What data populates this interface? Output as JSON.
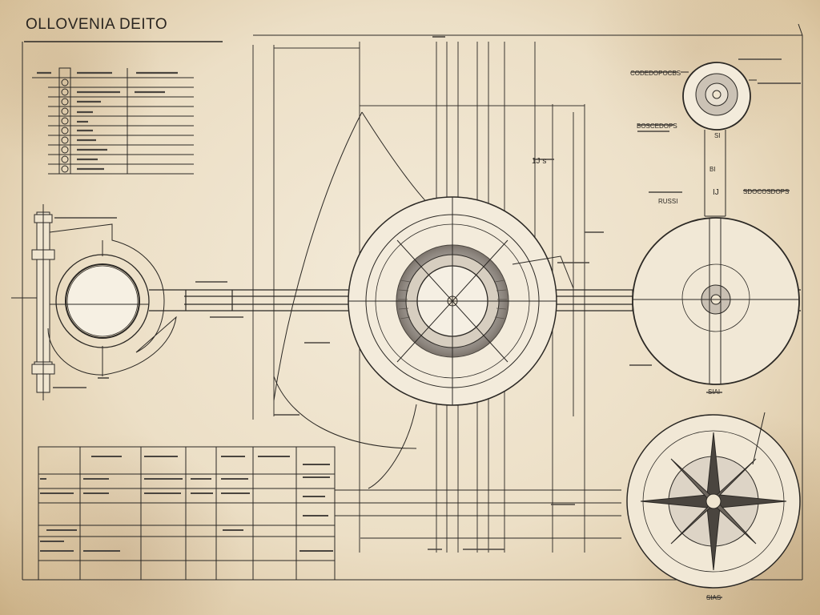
{
  "title": "OLLOVENIA DEITO",
  "colors": {
    "paper": "#efe5d0",
    "ink": "#2b2824",
    "shade": "#8a8078"
  },
  "labels": {
    "lbl_1": "1J s",
    "lbl_2": "CODEDOPOCBS",
    "lbl_3": "BOSCEDOPS",
    "lbl_4": "SI",
    "lbl_5": "BI",
    "lbl_6": "IJ",
    "lbl_7": "SDOCOSDOPS",
    "lbl_8": "RUSSI",
    "lbl_9": "SIAI",
    "lbl_10": "SIAS"
  },
  "left_legend_rows": 9,
  "bottom_table": {
    "columns": 7,
    "rows": 5
  },
  "icons": [
    "compass-rose-icon"
  ]
}
